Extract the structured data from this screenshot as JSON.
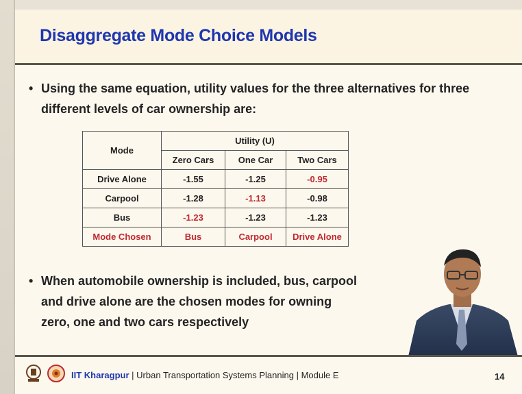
{
  "slide": {
    "title": "Disaggregate Mode Choice Models",
    "bullet1": "Using the same equation, utility values for the three alternatives for three different levels of car ownership are:",
    "bullet2": "When automobile ownership is included, bus, carpool and drive alone are the chosen modes for owning zero, one and two cars respectively",
    "bullet_symbol": "•"
  },
  "table": {
    "mode_header": "Mode",
    "utility_header": "Utility (U)",
    "columns": [
      "Zero Cars",
      "One Car",
      "Two Cars"
    ],
    "rows": [
      {
        "mode": "Drive Alone",
        "values": [
          "-1.55",
          "-1.25",
          "-0.95"
        ],
        "highlight": [
          false,
          false,
          true
        ]
      },
      {
        "mode": "Carpool",
        "values": [
          "-1.28",
          "-1.13",
          "-0.98"
        ],
        "highlight": [
          false,
          true,
          false
        ]
      },
      {
        "mode": "Bus",
        "values": [
          "-1.23",
          "-1.23",
          "-1.23"
        ],
        "highlight": [
          true,
          false,
          false
        ]
      }
    ],
    "chosen_label": "Mode Chosen",
    "chosen": [
      "Bus",
      "Carpool",
      "Drive Alone"
    ],
    "highlight_color": "#c0282f"
  },
  "footer": {
    "org": "IIT Kharagpur",
    "separator": "|",
    "course": "Urban Transportation Systems Planning",
    "module": "Module E",
    "page": "14"
  },
  "colors": {
    "title": "#1f36b0",
    "background": "#fcf8ee",
    "rule": "#5c5548"
  }
}
